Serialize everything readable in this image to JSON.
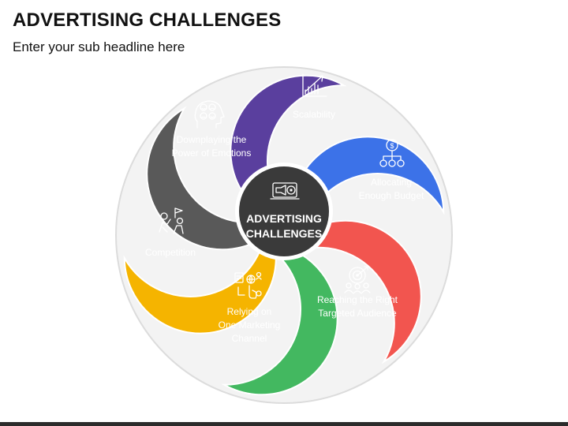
{
  "header": {
    "title": "ADVERTISING CHALLENGES",
    "subtitle": "Enter your sub headline here"
  },
  "center": {
    "line1": "ADVERTISING",
    "line2": "CHALLENGES",
    "icon": "megaphone-target-icon"
  },
  "segments": [
    {
      "id": "scalability",
      "lines": [
        "Scalability"
      ],
      "color": "#5a3f9e",
      "icon": "growth-chart-icon"
    },
    {
      "id": "budget",
      "lines": [
        "Allocating",
        "Enough Budget"
      ],
      "color": "#3c72e8",
      "icon": "money-allocation-icon"
    },
    {
      "id": "audience",
      "lines": [
        "Reaching the Right",
        "Targeted Audience"
      ],
      "color": "#f2554f",
      "icon": "target-audience-icon"
    },
    {
      "id": "channel",
      "lines": [
        "Relying on",
        "One Marketing",
        "Channel"
      ],
      "color": "#43b860",
      "icon": "marketing-channel-icon"
    },
    {
      "id": "competition",
      "lines": [
        "Competition"
      ],
      "color": "#f5b400",
      "icon": "competition-icon"
    },
    {
      "id": "emotions",
      "lines": [
        "Downplaying the",
        "Power of Emotions"
      ],
      "color": "#595959",
      "icon": "emotions-icon"
    }
  ]
}
